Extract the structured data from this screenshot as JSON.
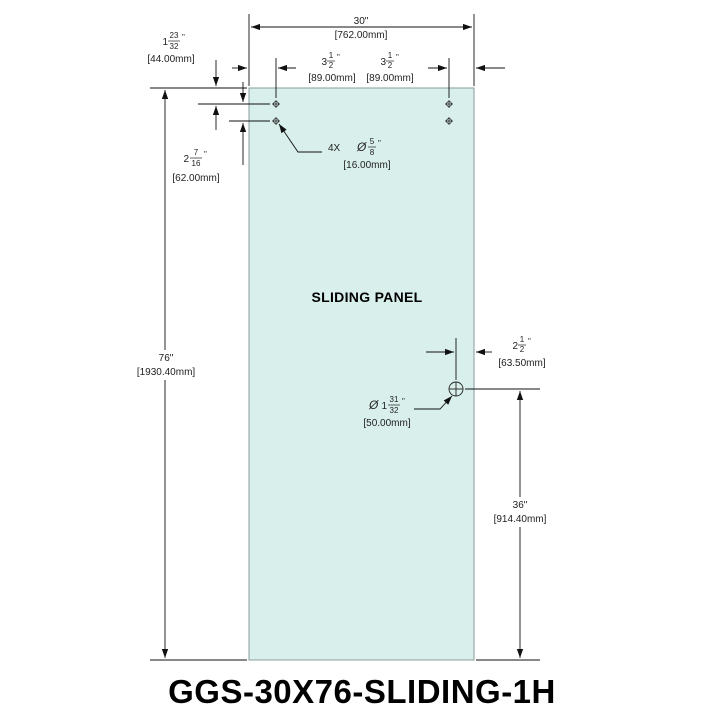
{
  "panel": {
    "label": "SLIDING PANEL",
    "fill": "#d8efeb",
    "stroke": "#8a9d99"
  },
  "title": "GGS-30X76-SLIDING-1H",
  "dims": {
    "width": {
      "in": "30\"",
      "mm": "[762.00mm]"
    },
    "height": {
      "in": "76\"",
      "mm": "[1930.40mm]"
    },
    "left_inset": {
      "whole": "3",
      "num": "1",
      "den": "2",
      "unit": "\"",
      "mm": "[89.00mm]"
    },
    "right_inset": {
      "whole": "3",
      "num": "1",
      "den": "2",
      "unit": "\"",
      "mm": "[89.00mm]"
    },
    "top_offset": {
      "whole": "1",
      "num": "23",
      "den": "32",
      "unit": "\"",
      "mm": "[44.00mm]"
    },
    "hole_spacing": {
      "whole": "2",
      "num": "7",
      "den": "16",
      "unit": "\"",
      "mm": "[62.00mm]"
    },
    "small_hole": {
      "qty": "4X",
      "sym": "Ø",
      "num": "5",
      "den": "8",
      "unit": "\"",
      "mm": "[16.00mm]"
    },
    "handle_offset": {
      "whole": "2",
      "num": "1",
      "den": "2",
      "unit": "\"",
      "mm": "[63.50mm]"
    },
    "handle_hole": {
      "sym": "Ø",
      "whole": "1",
      "num": "31",
      "den": "32",
      "unit": "\"",
      "mm": "[50.00mm]"
    },
    "handle_height": {
      "in": "36\"",
      "mm": "[914.40mm]"
    }
  }
}
